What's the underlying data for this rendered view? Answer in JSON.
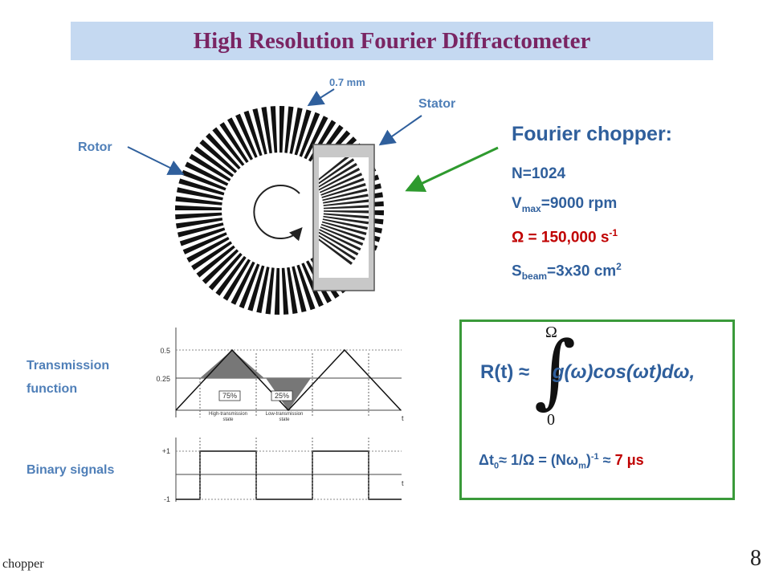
{
  "title": "High Resolution Fourier Diffractometer",
  "labels": {
    "slit_width": "0.7 mm",
    "stator": "Stator",
    "rotor": "Rotor",
    "transmission": [
      "Transmission",
      "function"
    ],
    "binary": "Binary signals"
  },
  "chopper": {
    "heading": "Fourier chopper:",
    "n": "N=1024",
    "vmax_a": "V",
    "vmax_sub": "max",
    "vmax_b": "=9000 rpm",
    "omega_a": "Ω = 150,000 s",
    "omega_sup": "-1",
    "sbeam_a": "S",
    "sbeam_sub": "beam",
    "sbeam_b": "=3x30 cm",
    "sbeam_sup": "2"
  },
  "graph": {
    "ticks_y": [
      "0.5",
      "0.25"
    ],
    "pct_high": "75%",
    "pct_low": "25%",
    "state_high": [
      "High-transmission",
      "state"
    ],
    "state_low": [
      "Low-transmission",
      "state"
    ],
    "t_label": "t",
    "sig_ticks": [
      "+1",
      "-1"
    ]
  },
  "formula": {
    "lhs": "R(t) ≈",
    "integrand": "g(ω)cos(ωt)dω,",
    "upper": "Ω",
    "lower": "0",
    "dt_a": "Δt",
    "dt_sub": "0",
    "dt_b": "≈ 1/Ω = (Nω",
    "dt_sub2": "m",
    "dt_c": ")",
    "dt_sup": "-1",
    "dt_d": " ≈ ",
    "dt_val": "7 μs"
  },
  "footer": "chopper",
  "page_number": "8",
  "colors": {
    "title": "#7a2563",
    "title_bg": "#c5d9f1",
    "label_blue": "#4f7fb8",
    "spec_blue": "#2f5f9c",
    "red": "#c00000",
    "green_arrow": "#2e9a2e",
    "box_green": "#3a9a3a"
  }
}
